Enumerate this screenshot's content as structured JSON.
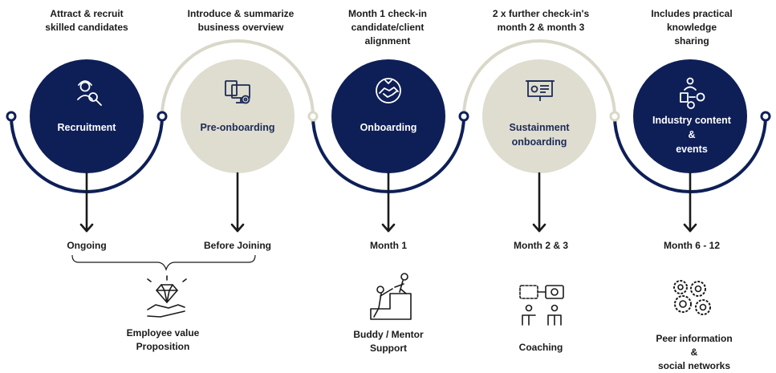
{
  "colors": {
    "navy": "#0e1f57",
    "beige": "#deddd0",
    "beige_line": "#d9d8c9",
    "arrow": "#1a1a1a"
  },
  "stages": [
    {
      "top_text": "Attract & recruit\nskilled candidates",
      "label": "Recruitment",
      "icon": "recruiter-search-icon",
      "timing": "Ongoing"
    },
    {
      "top_text": "Introduce & summarize\nbusiness overview",
      "label": "Pre-onboarding",
      "icon": "computer-settings-icon",
      "timing": "Before Joining"
    },
    {
      "top_text": "Month 1 check-in\ncandidate/client\nalignment",
      "label": "Onboarding",
      "icon": "handshake-icon",
      "timing": "Month 1"
    },
    {
      "top_text": "2 x further check-in's\nmonth 2 & month 3",
      "label": "Sustainment\nonboarding",
      "icon": "presentation-board-icon",
      "timing": "Month 2 & 3"
    },
    {
      "top_text": "Includes practical\nknowledge\nsharing",
      "label": "Industry content &\nevents",
      "icon": "process-network-icon",
      "timing": "Month 6 - 12"
    }
  ],
  "outcomes": [
    {
      "label": "Employee value\nProposition",
      "icon": "diamond-hand-icon"
    },
    {
      "label": "Buddy / Mentor\nSupport",
      "icon": "mentor-climb-icon"
    },
    {
      "label": "Coaching",
      "icon": "coaching-chat-icon"
    },
    {
      "label": "Peer information &\nsocial networks",
      "icon": "gears-network-icon"
    }
  ]
}
